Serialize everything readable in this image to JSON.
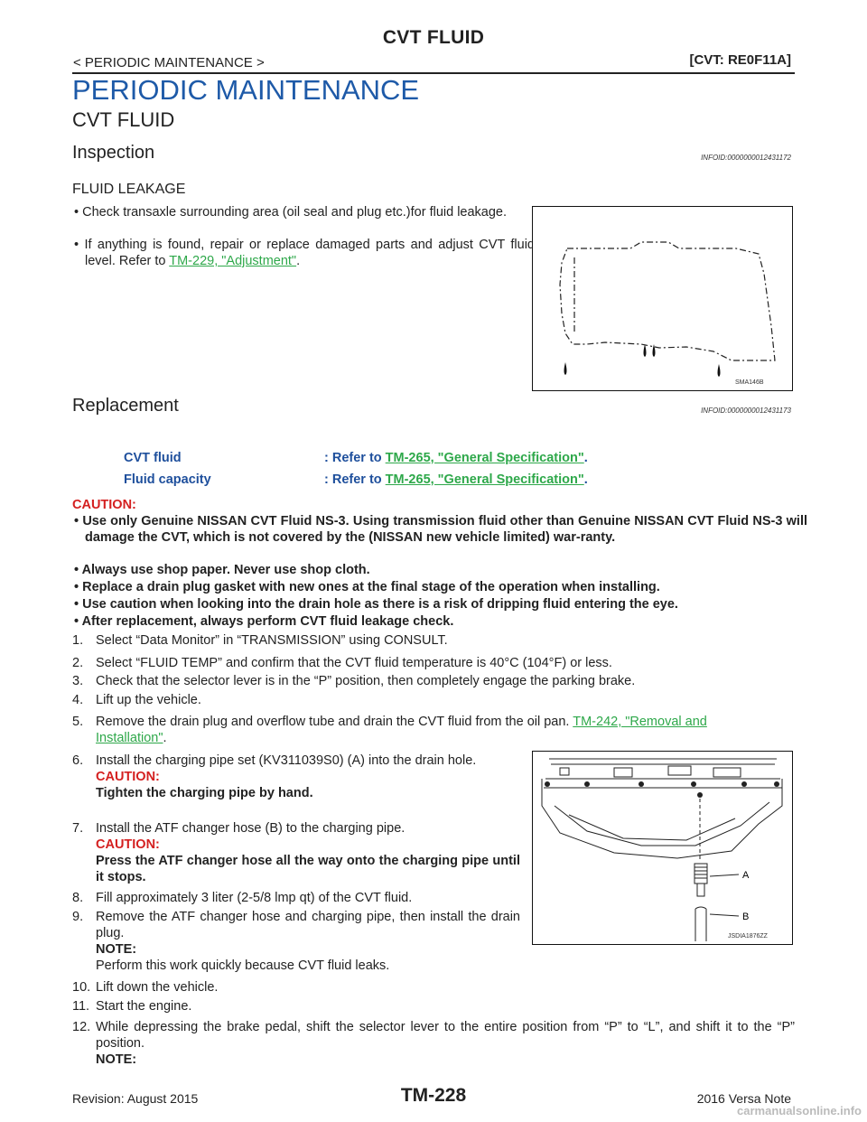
{
  "header": {
    "title": "CVT FLUID",
    "section": "< PERIODIC MAINTENANCE >",
    "model": "[CVT: RE0F11A]"
  },
  "heading1": "PERIODIC MAINTENANCE",
  "heading2": "CVT FLUID",
  "inspection": {
    "title": "Inspection",
    "infoid": "INFOID:0000000012431172",
    "subheading": "FLUID LEAKAGE",
    "bullet1": "Check transaxle surrounding area (oil seal and plug etc.)for fluid leakage.",
    "bullet2_text": "If anything is found, repair or replace damaged parts and adjust CVT fluid level. Refer to ",
    "bullet2_link": "TM-229, \"Adjustment\"",
    "bullet2_end": ".",
    "figure_code": "SMA146B"
  },
  "replacement": {
    "title": "Replacement",
    "infoid": "INFOID:0000000012431173",
    "spec1_label": "CVT fluid",
    "spec1_prefix": ": Refer to ",
    "spec1_link": "TM-265, \"General Specification\"",
    "spec2_label": "Fluid capacity",
    "spec2_prefix": ": Refer to ",
    "spec2_link": "TM-265, \"General Specification\"",
    "period": ".",
    "caution_title": "CAUTION:",
    "cautions": [
      "Use only Genuine NISSAN CVT Fluid NS-3. Using transmission fluid other than Genuine NISSAN CVT Fluid NS-3 will damage the CVT, which is not covered by the (NISSAN new vehicle limited) war-ranty.",
      "Always use shop paper. Never use shop cloth.",
      "Replace a drain plug gasket with new ones at the final stage of the operation when installing.",
      "Use caution when looking into the drain hole as there is a risk of dripping fluid entering the eye.",
      "After replacement, always perform CVT fluid leakage check."
    ],
    "steps": {
      "s1": "Select “Data Monitor” in “TRANSMISSION” using CONSULT.",
      "s2": "Select “FLUID TEMP” and confirm that the CVT fluid temperature is 40°C (104°F) or less.",
      "s3": "Check that the selector lever is in the “P” position, then completely engage the parking brake.",
      "s4": "Lift up the vehicle.",
      "s5": "Remove the drain plug and overflow tube and drain the CVT fluid from the oil pan. ",
      "s5_link_a": "TM-242, \"Removal and",
      "s5_link_b": "Installation\"",
      "s6": "Install the charging pipe set (KV311039S0) (A) into the drain hole.",
      "s6_caution": "CAUTION:",
      "s6_caution_text": "Tighten the charging pipe by hand.",
      "s7": "Install the ATF changer hose (B) to the charging pipe.",
      "s7_caution": "CAUTION:",
      "s7_caution_text": "Press the ATF changer hose all the way onto the charging pipe until it stops.",
      "s8": "Fill approximately 3 liter (2-5/8 lmp qt) of the CVT fluid.",
      "s9": "Remove the ATF changer hose and charging pipe, then install the drain plug.",
      "s9_note": "NOTE:",
      "s9_note_text": "Perform this work quickly because CVT fluid leaks.",
      "s10": "Lift down the vehicle.",
      "s11": "Start the engine.",
      "s12": "While depressing the brake pedal, shift the selector lever to the entire position from “P” to “L”, and shift it to the “P” position.",
      "s12_note": "NOTE:"
    },
    "figure_code": "JSDIA1876ZZ",
    "figure_label_a": "A",
    "figure_label_b": "B"
  },
  "footer": {
    "revision": "Revision: August 2015",
    "page": "TM-228",
    "vehicle": "2016 Versa Note",
    "watermark": "carmanualsonline.info"
  }
}
